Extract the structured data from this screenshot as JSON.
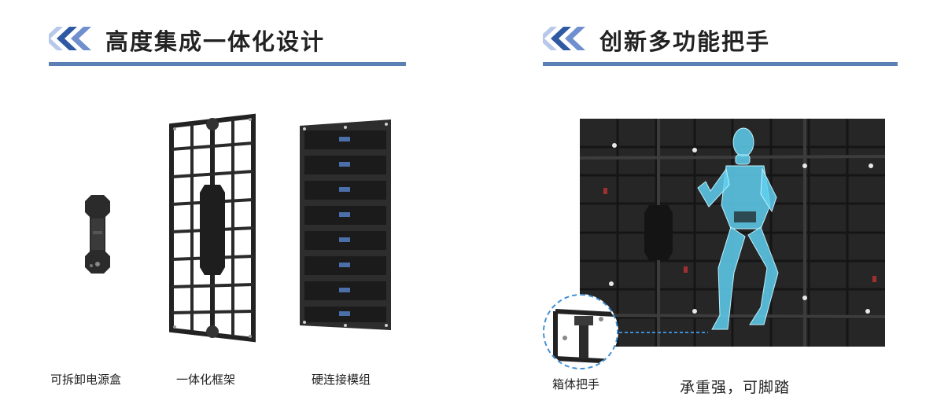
{
  "sections": {
    "left_title": "高度集成一体化设计",
    "right_title": "创新多功能把手"
  },
  "products": [
    {
      "label": "可拆卸电源盒"
    },
    {
      "label": "一体化框架"
    },
    {
      "label": "硬连接模组"
    }
  ],
  "feature": {
    "handle_label": "箱体把手",
    "benefit_label": "承重强，可脚踏"
  },
  "colors": {
    "header_bar": "#5b80b3",
    "chevron": "#2f5aa3",
    "dashed_circle": "#3d8fd6",
    "figure": "#5fd0f0"
  },
  "icons": {
    "section_marker": "double-chevron-left-icon",
    "zoom_indicator": "dashed-magnifier-circle"
  }
}
